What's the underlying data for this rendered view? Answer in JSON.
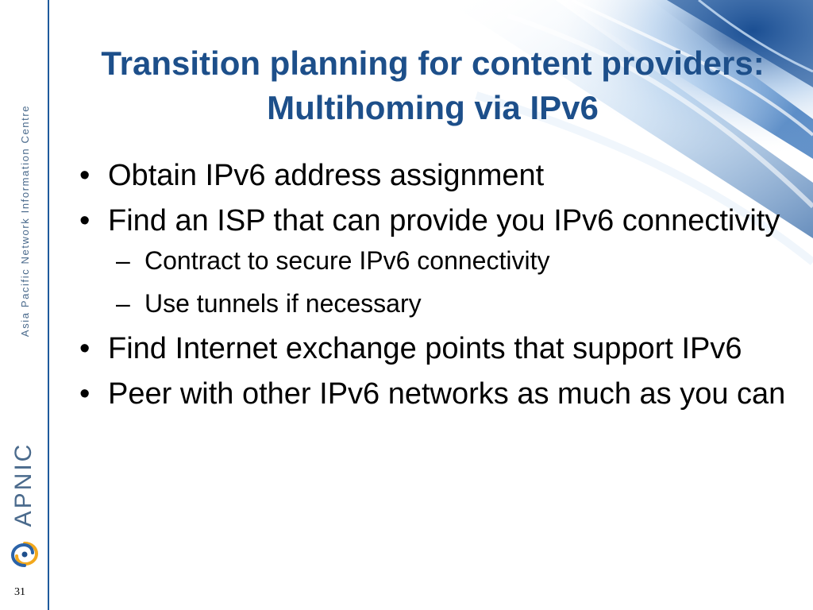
{
  "slide": {
    "title": "Transition planning for content providers: Multihoming via IPv6",
    "sidebar": {
      "organization": "Asia Pacific Network Information Centre",
      "brand": "APNIC",
      "slide_number": "31"
    },
    "bullets": [
      {
        "text": "Obtain IPv6 address assignment",
        "subitems": []
      },
      {
        "text": "Find an ISP that can provide you IPv6 connectivity",
        "subitems": [
          "Contract to secure IPv6 connectivity",
          "Use tunnels if necessary"
        ]
      },
      {
        "text": "Find Internet exchange points that support IPv6",
        "subitems": []
      },
      {
        "text": "Peer with other IPv6 networks as much as you can",
        "subitems": []
      }
    ],
    "bullet_symbol": "•",
    "sub_bullet_symbol": "–",
    "colors": {
      "title": "#1d4f8a",
      "sidebar_text": "#4a6a8c",
      "sidebar_rule": "#1e5a9c",
      "accent_streaks": "#2a6fb8"
    },
    "icons": {
      "logo": "apnic-swirl-logo-icon"
    }
  }
}
